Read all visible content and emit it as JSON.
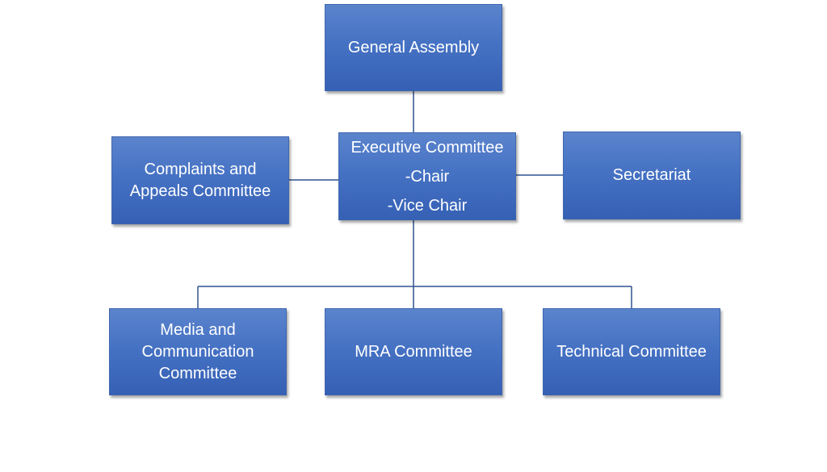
{
  "org_chart": {
    "general_assembly": "General Assembly",
    "executive_committee": {
      "title": "Executive Committee",
      "roles": [
        "-Chair",
        "-Vice Chair"
      ]
    },
    "complaints_committee": [
      "Complaints and",
      "Appeals Committee"
    ],
    "secretariat": "Secretariat",
    "media_committee": [
      "Media and",
      "Communication",
      "Committee"
    ],
    "mra_committee": "MRA Committee",
    "technical_committee": "Technical Committee"
  },
  "colors": {
    "box_fill": "#4672c4",
    "box_border": "#3f66b0",
    "connector": "#2f528f",
    "text": "#ffffff"
  }
}
